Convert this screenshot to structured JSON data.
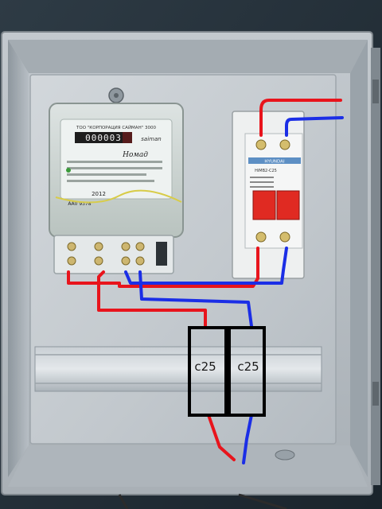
{
  "meter": {
    "brand_line": "ТОО \"КОРПОРАЦИЯ САЙМАН\" 3000",
    "model": "Номад",
    "reading": "000003",
    "year": "2012",
    "serial": "АА0 9378",
    "logo": "saiman"
  },
  "breaker": {
    "brand": "HYUNDAI",
    "model": "HiMB2-C25",
    "rating": "C25"
  },
  "breakers": {
    "left_label": "c25",
    "right_label": "c25"
  },
  "colors": {
    "phase_wire": "#e8141c",
    "neutral_wire": "#1b2ee6",
    "breaker_outline": "#000000",
    "enclosure": "#b9bfc4",
    "back_panel": "#c6ccd1"
  }
}
